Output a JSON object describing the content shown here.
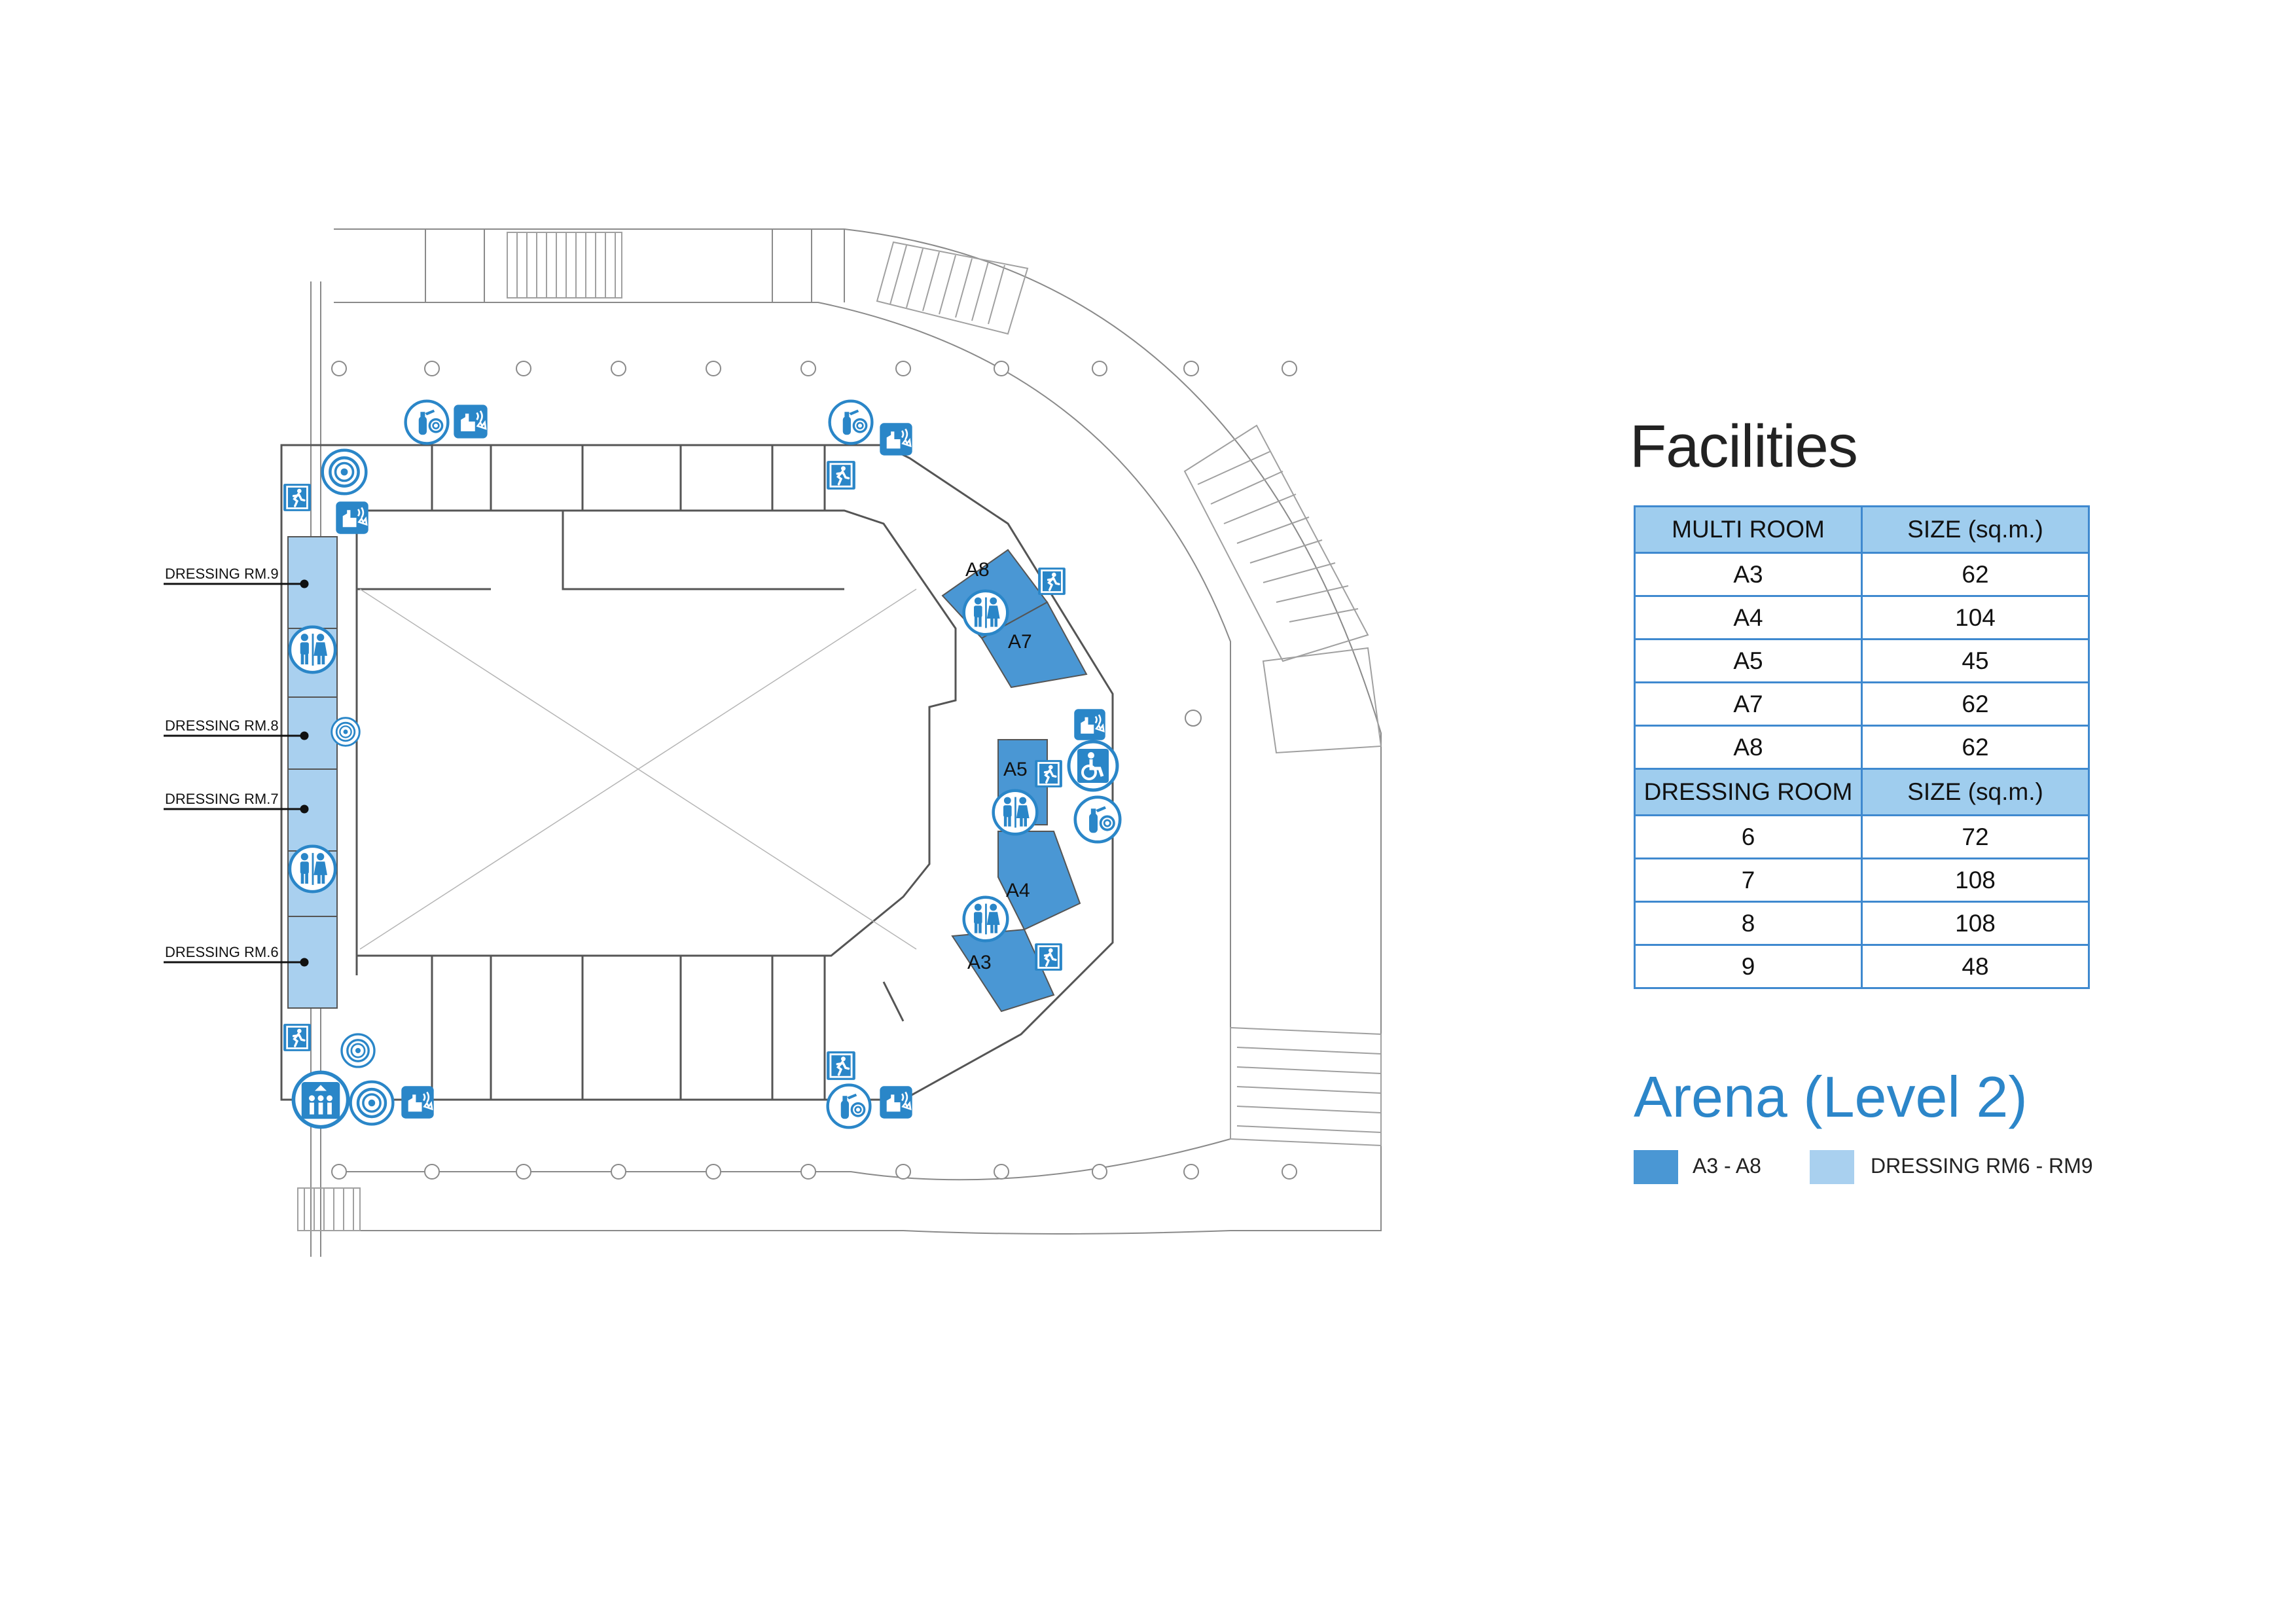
{
  "colors": {
    "multi_room": "#4a97d4",
    "dressing_room": "#a9d0ef",
    "icon_blue": "#2a86c8",
    "title_blue": "#2c86c9",
    "table_border": "#3f89cf",
    "table_header": "#9fcdee",
    "line": "#8a8a8a"
  },
  "map": {
    "room_labels": [
      "A8",
      "A7",
      "A5",
      "A4",
      "A3"
    ],
    "dressing_labels": [
      "DRESSING  RM.9",
      "DRESSING RM.8",
      "DRESSING RM.7",
      "DRESSING RM.6"
    ]
  },
  "icons": [
    "fire-extinguisher-icon",
    "fire-hose-reel-icon",
    "fire-alarm-icon",
    "emergency-exit-icon",
    "toilet-icon",
    "accessible-lift-icon",
    "lift-icon"
  ],
  "facilities": {
    "title": "Facilities",
    "multi_header": [
      "MULTI ROOM",
      "SIZE (sq.m.)"
    ],
    "multi_rows": [
      [
        "A3",
        "62"
      ],
      [
        "A4",
        "104"
      ],
      [
        "A5",
        "45"
      ],
      [
        "A7",
        "62"
      ],
      [
        "A8",
        "62"
      ]
    ],
    "dressing_header": [
      "DRESSING ROOM",
      "SIZE (sq.m.)"
    ],
    "dressing_rows": [
      [
        "6",
        "72"
      ],
      [
        "7",
        "108"
      ],
      [
        "8",
        "108"
      ],
      [
        "9",
        "48"
      ]
    ]
  },
  "legend": {
    "title": "Arena (Level 2)",
    "items": [
      {
        "label": "A3 - A8",
        "color": "#4a97d4"
      },
      {
        "label": "DRESSING RM6 - RM9",
        "color": "#a9d0ef"
      }
    ]
  }
}
